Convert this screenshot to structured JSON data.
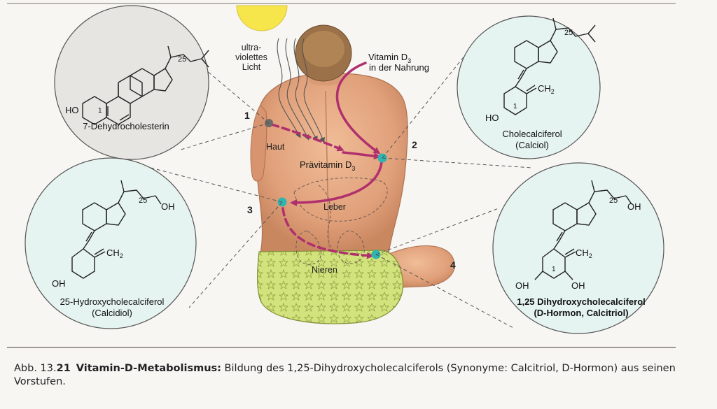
{
  "colors": {
    "arrow": "#b0306e",
    "node_teal": "#2fb5b0",
    "node_gray": "#6e6a68",
    "circle_gray": "#e7e5e1",
    "circle_teal": "#e5f3f1",
    "skin": "#e2a47e",
    "cushion": "#cfe07a",
    "sun": "#f7e54c"
  },
  "labels": {
    "uv_line1": "ultra-",
    "uv_line2": "violettes",
    "uv_line3": "Licht",
    "food_line1": "Vitamin D",
    "food_sub": "3",
    "food_line2": "in der Nahrung",
    "haut": "Haut",
    "praevitamin": "Prävitamin D",
    "praevitamin_sub": "3",
    "leber": "Leber",
    "nieren": "Nieren",
    "num1": "1",
    "num2": "2",
    "num3": "3",
    "num4": "4"
  },
  "molecules": {
    "dehydro": {
      "name": "7-Dehydrocholesterin",
      "ho": "HO",
      "c1": "1",
      "c25": "25"
    },
    "chole": {
      "name_line1": "Cholecalciferol",
      "name_line2": "(Calciol)",
      "ho": "HO",
      "ch2": "CH",
      "ch2_sub": "2",
      "c1": "1",
      "c25": "25"
    },
    "hydroxy": {
      "name_line1": "25-Hydroxycholecalciferol",
      "name_line2": "(Calcidiol)",
      "oh_top": "OH",
      "oh_bottom": "OH",
      "ch2": "CH",
      "ch2_sub": "2",
      "c25": "25"
    },
    "dihydroxy": {
      "name_line1": "1,25 Dihydroxycholecalciferol",
      "name_line2": "(D-Hormon, Calcitriol)",
      "oh_top": "OH",
      "oh_left": "OH",
      "oh_right": "OH",
      "ch2": "CH",
      "ch2_sub": "2",
      "c1": "1",
      "c25": "25"
    }
  },
  "caption": {
    "fig_prefix": "Abb. 13.",
    "fig_num": "21",
    "title": "Vitamin-D-Metabolismus:",
    "text": " Bildung des 1,25-Dihydroxycholecalciferols (Synonyme: Calcitriol, D-Hormon) aus seinen Vorstufen."
  }
}
